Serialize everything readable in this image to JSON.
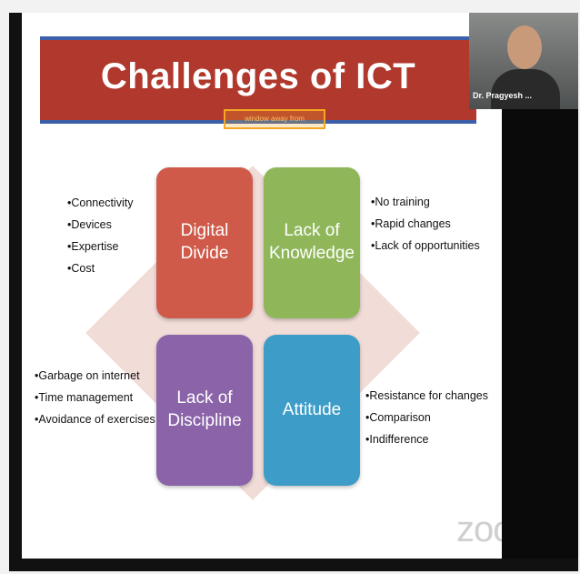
{
  "slide": {
    "title": "Challenges of ICT",
    "overlay_tag": "window away from"
  },
  "quadrants": {
    "top_left": {
      "label": "Digital\nDivide",
      "color": "#cf5a4a"
    },
    "top_right": {
      "label": "Lack of\nKnowledge",
      "color": "#8fb75a"
    },
    "bottom_left": {
      "label": "Lack of\nDiscipline",
      "color": "#8a63a8"
    },
    "bottom_right": {
      "label": "Attitude",
      "color": "#3d9dc8"
    }
  },
  "bullets": {
    "top_left": [
      "•Connectivity",
      "•Devices",
      "•Expertise",
      "•Cost"
    ],
    "top_right": [
      "•No training",
      "•Rapid changes",
      "•Lack of opportunities"
    ],
    "bottom_left": [
      "•Garbage on internet",
      "•Time management",
      "•Avoidance of exercises"
    ],
    "bottom_right": [
      "•Resistance for changes",
      "•Comparison",
      "•Indifference"
    ]
  },
  "participant": {
    "name": "Dr. Pragyesh ..."
  },
  "watermark": "zoom"
}
